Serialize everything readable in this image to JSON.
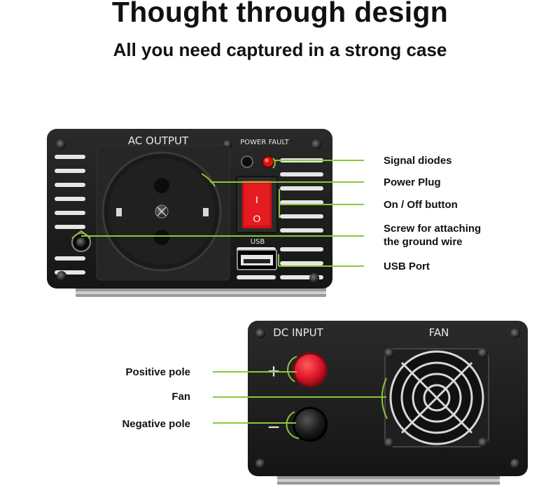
{
  "header": {
    "title": "Thought through design",
    "subtitle": "All you need captured in a strong case"
  },
  "front_panel": {
    "ac_output": "AC OUTPUT",
    "power_fault": "POWER FAULT",
    "usb": "USB",
    "switch_on": "I",
    "switch_off": "O"
  },
  "back_panel": {
    "dc_input": "DC INPUT",
    "fan": "FAN",
    "plus": "+",
    "minus": "−"
  },
  "callouts_right": [
    {
      "text": "Signal diodes"
    },
    {
      "text": "Power Plug"
    },
    {
      "text": "On / Off button"
    },
    {
      "line1": "Screw for attaching",
      "line2": "the ground wire"
    },
    {
      "text": "USB Port"
    }
  ],
  "callouts_left": [
    {
      "text": "Positive pole"
    },
    {
      "text": "Fan"
    },
    {
      "text": "Negative pole"
    }
  ],
  "colors": {
    "accent_line": "#8cc63f",
    "panel": "#1d1d1d",
    "led_red": "#d0150f",
    "knob_red": "#e0182a"
  }
}
